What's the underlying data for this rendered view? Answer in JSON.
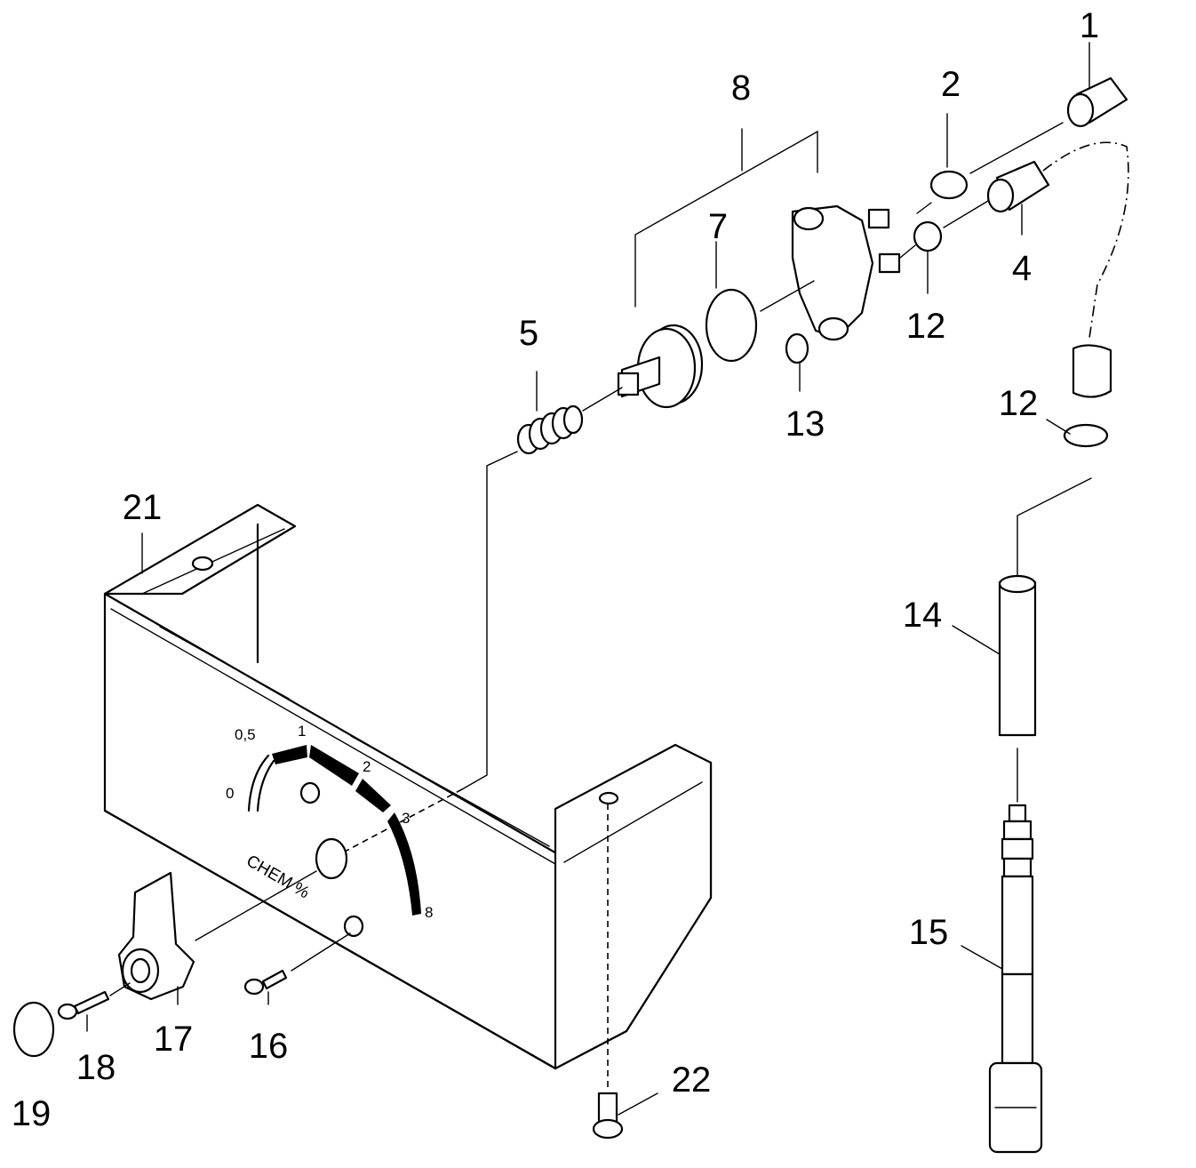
{
  "callouts": [
    "1",
    "2",
    "4",
    "5",
    "7",
    "8",
    "12",
    "12",
    "13",
    "14",
    "15",
    "16",
    "17",
    "18",
    "19",
    "21",
    "22"
  ],
  "dial": {
    "marks": [
      "0",
      "0,5",
      "1",
      "2",
      "3",
      "8"
    ],
    "caption": "CHEM %"
  }
}
